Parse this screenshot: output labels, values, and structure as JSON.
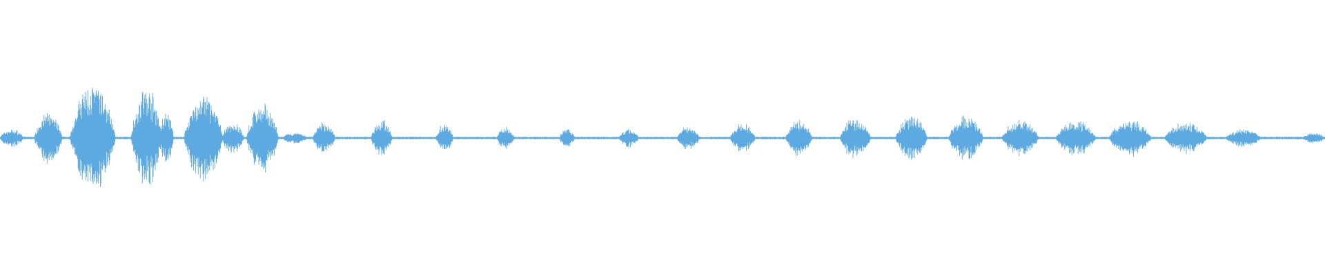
{
  "waveform": {
    "color": "#5DAAE2",
    "background": "#FFFFFF",
    "bursts": [
      {
        "start": 0.0,
        "end": 0.018,
        "amplitude": 0.07
      },
      {
        "start": 0.026,
        "end": 0.047,
        "amplitude": 0.2
      },
      {
        "start": 0.053,
        "end": 0.087,
        "amplitude": 0.43
      },
      {
        "start": 0.099,
        "end": 0.122,
        "amplitude": 0.4
      },
      {
        "start": 0.12,
        "end": 0.131,
        "amplitude": 0.2
      },
      {
        "start": 0.139,
        "end": 0.168,
        "amplitude": 0.34
      },
      {
        "start": 0.167,
        "end": 0.184,
        "amplitude": 0.12
      },
      {
        "start": 0.186,
        "end": 0.21,
        "amplitude": 0.27
      },
      {
        "start": 0.213,
        "end": 0.232,
        "amplitude": 0.04
      },
      {
        "start": 0.236,
        "end": 0.253,
        "amplitude": 0.12
      },
      {
        "start": 0.28,
        "end": 0.296,
        "amplitude": 0.15
      },
      {
        "start": 0.329,
        "end": 0.342,
        "amplitude": 0.11
      },
      {
        "start": 0.375,
        "end": 0.388,
        "amplitude": 0.09
      },
      {
        "start": 0.422,
        "end": 0.434,
        "amplitude": 0.07
      },
      {
        "start": 0.467,
        "end": 0.482,
        "amplitude": 0.07
      },
      {
        "start": 0.511,
        "end": 0.528,
        "amplitude": 0.09
      },
      {
        "start": 0.551,
        "end": 0.57,
        "amplitude": 0.11
      },
      {
        "start": 0.593,
        "end": 0.613,
        "amplitude": 0.14
      },
      {
        "start": 0.634,
        "end": 0.657,
        "amplitude": 0.16
      },
      {
        "start": 0.676,
        "end": 0.7,
        "amplitude": 0.17
      },
      {
        "start": 0.716,
        "end": 0.742,
        "amplitude": 0.18
      },
      {
        "start": 0.756,
        "end": 0.784,
        "amplitude": 0.14
      },
      {
        "start": 0.797,
        "end": 0.827,
        "amplitude": 0.14
      },
      {
        "start": 0.837,
        "end": 0.869,
        "amplitude": 0.14
      },
      {
        "start": 0.879,
        "end": 0.911,
        "amplitude": 0.12
      },
      {
        "start": 0.925,
        "end": 0.952,
        "amplitude": 0.07
      },
      {
        "start": 0.983,
        "end": 1.0,
        "amplitude": 0.04
      }
    ],
    "noise_floor": 0.008
  }
}
